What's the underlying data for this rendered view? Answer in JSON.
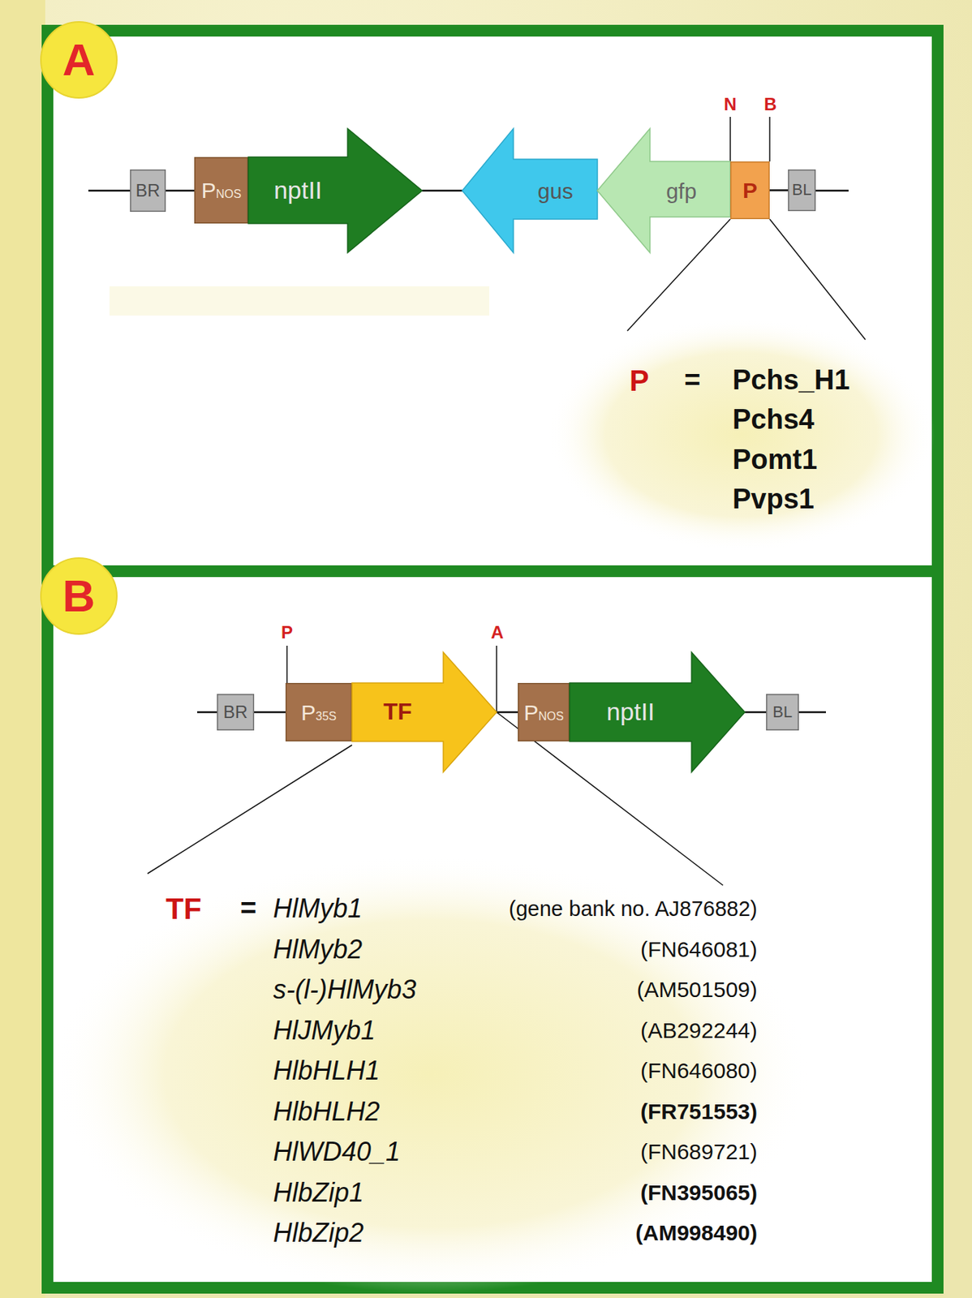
{
  "diagram": {
    "nodes": [
      {
        "text": [
          "A"
        ]
      },
      {
        "text": [
          "BR"
        ]
      },
      {
        "text": [
          "P",
          "NOS"
        ]
      },
      {
        "text": [
          "nptII"
        ]
      },
      {
        "text": [
          "gus"
        ]
      },
      {
        "text": [
          "gfp"
        ]
      },
      {
        "text": [
          "P"
        ]
      },
      {
        "text": [
          "BL"
        ]
      },
      {
        "text": [
          "B"
        ]
      },
      {
        "text": [
          "BR"
        ]
      },
      {
        "text": [
          "P",
          "35S"
        ]
      },
      {
        "text": [
          "TF"
        ]
      },
      {
        "text": [
          "P",
          "NOS"
        ]
      },
      {
        "text": [
          "nptII"
        ]
      },
      {
        "text": [
          "BL"
        ]
      }
    ],
    "edges": [
      {
        "from": 1,
        "to": 2,
        "arrow": "none"
      },
      {
        "from": 3,
        "to": 4,
        "arrow": "none"
      },
      {
        "from": 6,
        "to": 7,
        "arrow": "none"
      },
      {
        "from": 9,
        "to": 10,
        "arrow": "none"
      },
      {
        "from": 11,
        "to": 12,
        "arrow": "none"
      },
      {
        "from": 13,
        "to": 14,
        "arrow": "none"
      }
    ],
    "labels": [
      "N",
      "B",
      "P",
      "=",
      "Pchs_H1",
      "Pchs4",
      "Pomt1",
      "Pvps1",
      "P",
      "A",
      "TF",
      "=",
      "HlMyb1",
      "HlMyb2",
      "s-(l-)HlMyb3",
      "HlJMyb1",
      "HlbHLH1",
      "HlbHLH2",
      "HlWD40_1",
      "HlbZip1",
      "HlbZip2",
      "(gene bank no. AJ876882)",
      "(FN646081)",
      "(AM501509)",
      "(AB292244)",
      "(FN646080)",
      "(FR751553)",
      "(FN689721)",
      "(FN395065)",
      "(AM998490)"
    ]
  }
}
